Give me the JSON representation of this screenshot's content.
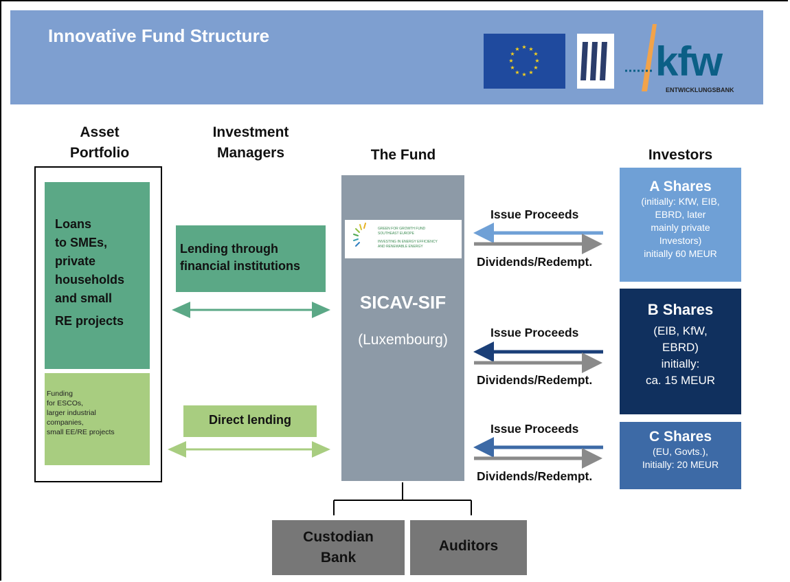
{
  "header": {
    "title": "Innovative Fund Structure",
    "kfw_logo": "kfw",
    "kfw_sub": "ENTWICKLUNGSBANK"
  },
  "columns": {
    "asset_portfolio": [
      "Asset",
      "Portfolio"
    ],
    "investment_managers": [
      "Investment",
      "Managers"
    ],
    "the_fund": "The Fund",
    "investors": "Investors"
  },
  "asset_portfolio": {
    "loans": [
      "Loans",
      "to SMEs,",
      "private",
      "households",
      "and small",
      "RE projects"
    ],
    "funding": [
      "Funding",
      "for ESCOs,",
      "larger industrial",
      "companies,",
      "small EE/RE projects"
    ]
  },
  "investment_managers": {
    "lending_fi": [
      "Lending through",
      "financial institutions"
    ],
    "direct_lending": "Direct lending"
  },
  "fund": {
    "logo_text": [
      "GREEN FOR GROWTH FUND",
      "SOUTHEAST EUROPE",
      "INVESTING IN ENERGY EFFICIENCY",
      "AND RENEWABLE ENERGY"
    ],
    "name": "SICAV-SIF",
    "location": "(Luxembourg)"
  },
  "flows": {
    "issue_proceeds": "Issue Proceeds",
    "dividends": "Dividends/Redempt."
  },
  "shares": {
    "a": {
      "title": "A Shares",
      "desc": [
        "(initially: KfW, EIB,",
        "EBRD, later",
        "mainly private",
        "Investors)",
        "initially 60 MEUR"
      ]
    },
    "b": {
      "title": "B Shares",
      "desc": [
        "(EIB, KfW,",
        "EBRD)",
        "initially:",
        "ca. 15 MEUR"
      ]
    },
    "c": {
      "title": "C Shares",
      "desc": [
        "(EU, Govts.),",
        "Initially: 20 MEUR"
      ]
    }
  },
  "bottom": {
    "custodian": [
      "Custodian",
      "Bank"
    ],
    "auditors": "Auditors"
  },
  "colors": {
    "header": "#7e9fd0",
    "green_dark": "#5ba886",
    "green_light": "#a8cd80",
    "fund_grey": "#8d9aa7",
    "share_a": "#6fa0d6",
    "share_b": "#10305e",
    "share_c": "#3d6aa6",
    "arrow_grey": "#8a8a8a"
  }
}
